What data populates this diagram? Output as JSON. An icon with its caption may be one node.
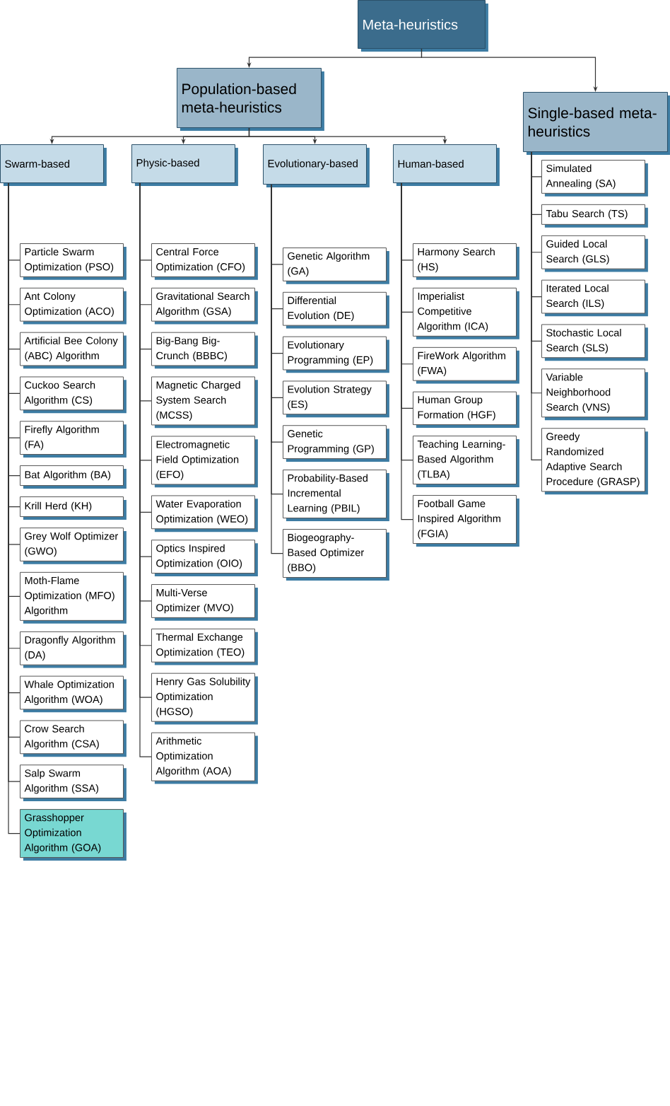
{
  "diagram": {
    "nodes": [
      {
        "text": [
          "Meta-heuristics"
        ]
      },
      {
        "text": [
          "Population-based meta-heuristics"
        ]
      },
      {
        "text": [
          "Single-based meta-heuristics"
        ]
      },
      {
        "text": [
          "Swarm-based"
        ]
      },
      {
        "text": [
          "Physic-based"
        ]
      },
      {
        "text": [
          "Evolutionary-based"
        ]
      },
      {
        "text": [
          "Human-based"
        ]
      },
      {
        "text": [
          "Particle Swarm Optimization (PSO)"
        ]
      },
      {
        "text": [
          "Ant Colony Optimization (ACO)"
        ]
      },
      {
        "text": [
          "Artificial Bee Colony (ABC) Algorithm"
        ]
      },
      {
        "text": [
          "Cuckoo Search Algorithm (CS)"
        ]
      },
      {
        "text": [
          "Firefly Algorithm (FA)"
        ]
      },
      {
        "text": [
          "Bat Algorithm (BA)"
        ]
      },
      {
        "text": [
          "Krill Herd (KH)"
        ]
      },
      {
        "text": [
          "Grey Wolf Optimizer (GWO)"
        ]
      },
      {
        "text": [
          "Moth-Flame Optimization (MFO) Algorithm"
        ]
      },
      {
        "text": [
          "Dragonfly Algorithm (DA)"
        ]
      },
      {
        "text": [
          "Whale Optimization Algorithm (WOA)"
        ]
      },
      {
        "text": [
          "Crow Search Algorithm (CSA)"
        ]
      },
      {
        "text": [
          "Salp Swarm Algorithm (SSA)"
        ]
      },
      {
        "text": [
          "Grasshopper Optimization Algorithm (GOA)"
        ]
      },
      {
        "text": [
          "Central Force Optimization (CFO)"
        ]
      },
      {
        "text": [
          "Gravitational Search Algorithm (GSA)"
        ]
      },
      {
        "text": [
          "Big-Bang Big-Crunch (BBBC)"
        ]
      },
      {
        "text": [
          "Magnetic Charged System Search (MCSS)"
        ]
      },
      {
        "text": [
          "Electromagnetic Field Optimization (EFO)"
        ]
      },
      {
        "text": [
          "Water Evaporation Optimization (WEO)"
        ]
      },
      {
        "text": [
          "Optics Inspired Optimization (OIO)"
        ]
      },
      {
        "text": [
          "Multi-Verse Optimizer (MVO)"
        ]
      },
      {
        "text": [
          "Thermal Exchange Optimization (TEO)"
        ]
      },
      {
        "text": [
          "Henry Gas Solubility Optimization (HGSO)"
        ]
      },
      {
        "text": [
          "Arithmetic Optimization Algorithm (AOA)"
        ]
      },
      {
        "text": [
          "Genetic Algorithm (GA)"
        ]
      },
      {
        "text": [
          "Differential Evolution (DE)"
        ]
      },
      {
        "text": [
          "Evolutionary Programming (EP)"
        ]
      },
      {
        "text": [
          "Evolution Strategy (ES)"
        ]
      },
      {
        "text": [
          "Genetic Programming (GP)"
        ]
      },
      {
        "text": [
          "Probability-Based Incremental Learning (PBIL)"
        ]
      },
      {
        "text": [
          "Biogeography-Based Optimizer (BBO)"
        ]
      },
      {
        "text": [
          "Harmony Search (HS)"
        ]
      },
      {
        "text": [
          "Imperialist Competitive Algorithm (ICA)"
        ]
      },
      {
        "text": [
          "FireWork Algorithm (FWA)"
        ]
      },
      {
        "text": [
          "Human Group Formation (HGF)"
        ]
      },
      {
        "text": [
          "Teaching Learning-Based Algorithm (TLBA)"
        ]
      },
      {
        "text": [
          "Football Game Inspired Algorithm (FGIA)"
        ]
      },
      {
        "text": [
          "Simulated Annealing (SA)"
        ]
      },
      {
        "text": [
          "Tabu Search (TS)"
        ]
      },
      {
        "text": [
          "Guided Local Search (GLS)"
        ]
      },
      {
        "text": [
          "Iterated Local Search (ILS)"
        ]
      },
      {
        "text": [
          "Stochastic Local Search (SLS)"
        ]
      },
      {
        "text": [
          "Variable Neighborhood Search (VNS)"
        ]
      },
      {
        "text": [
          "Greedy Randomized Adaptive Search Procedure (GRASP)"
        ]
      }
    ],
    "edges": [
      {
        "from": 0,
        "to": 1,
        "arrow": "to"
      },
      {
        "from": 0,
        "to": 2,
        "arrow": "to"
      },
      {
        "from": 1,
        "to": 3,
        "arrow": "to"
      },
      {
        "from": 1,
        "to": 4,
        "arrow": "to"
      },
      {
        "from": 1,
        "to": 5,
        "arrow": "to"
      },
      {
        "from": 1,
        "to": 6,
        "arrow": "to"
      },
      {
        "from": 3,
        "to": 7,
        "arrow": "none"
      },
      {
        "from": 3,
        "to": 8,
        "arrow": "none"
      },
      {
        "from": 3,
        "to": 9,
        "arrow": "none"
      },
      {
        "from": 3,
        "to": 10,
        "arrow": "none"
      },
      {
        "from": 3,
        "to": 11,
        "arrow": "none"
      },
      {
        "from": 3,
        "to": 12,
        "arrow": "none"
      },
      {
        "from": 3,
        "to": 13,
        "arrow": "none"
      },
      {
        "from": 3,
        "to": 14,
        "arrow": "none"
      },
      {
        "from": 3,
        "to": 15,
        "arrow": "none"
      },
      {
        "from": 3,
        "to": 16,
        "arrow": "none"
      },
      {
        "from": 3,
        "to": 17,
        "arrow": "none"
      },
      {
        "from": 3,
        "to": 18,
        "arrow": "none"
      },
      {
        "from": 3,
        "to": 19,
        "arrow": "none"
      },
      {
        "from": 3,
        "to": 20,
        "arrow": "none"
      },
      {
        "from": 4,
        "to": 21,
        "arrow": "none"
      },
      {
        "from": 4,
        "to": 22,
        "arrow": "none"
      },
      {
        "from": 4,
        "to": 23,
        "arrow": "none"
      },
      {
        "from": 4,
        "to": 24,
        "arrow": "none"
      },
      {
        "from": 4,
        "to": 25,
        "arrow": "none"
      },
      {
        "from": 4,
        "to": 26,
        "arrow": "none"
      },
      {
        "from": 4,
        "to": 27,
        "arrow": "none"
      },
      {
        "from": 4,
        "to": 28,
        "arrow": "none"
      },
      {
        "from": 4,
        "to": 29,
        "arrow": "none"
      },
      {
        "from": 4,
        "to": 30,
        "arrow": "none"
      },
      {
        "from": 4,
        "to": 31,
        "arrow": "none"
      },
      {
        "from": 5,
        "to": 32,
        "arrow": "none"
      },
      {
        "from": 5,
        "to": 33,
        "arrow": "none"
      },
      {
        "from": 5,
        "to": 34,
        "arrow": "none"
      },
      {
        "from": 5,
        "to": 35,
        "arrow": "none"
      },
      {
        "from": 5,
        "to": 36,
        "arrow": "none"
      },
      {
        "from": 5,
        "to": 37,
        "arrow": "none"
      },
      {
        "from": 5,
        "to": 38,
        "arrow": "none"
      },
      {
        "from": 6,
        "to": 39,
        "arrow": "none"
      },
      {
        "from": 6,
        "to": 40,
        "arrow": "none"
      },
      {
        "from": 6,
        "to": 41,
        "arrow": "none"
      },
      {
        "from": 6,
        "to": 42,
        "arrow": "none"
      },
      {
        "from": 6,
        "to": 43,
        "arrow": "none"
      },
      {
        "from": 6,
        "to": 44,
        "arrow": "none"
      },
      {
        "from": 2,
        "to": 45,
        "arrow": "none"
      },
      {
        "from": 2,
        "to": 46,
        "arrow": "none"
      },
      {
        "from": 2,
        "to": 47,
        "arrow": "none"
      },
      {
        "from": 2,
        "to": 48,
        "arrow": "none"
      },
      {
        "from": 2,
        "to": 49,
        "arrow": "none"
      },
      {
        "from": 2,
        "to": 50,
        "arrow": "none"
      },
      {
        "from": 2,
        "to": 51,
        "arrow": "none"
      }
    ]
  }
}
